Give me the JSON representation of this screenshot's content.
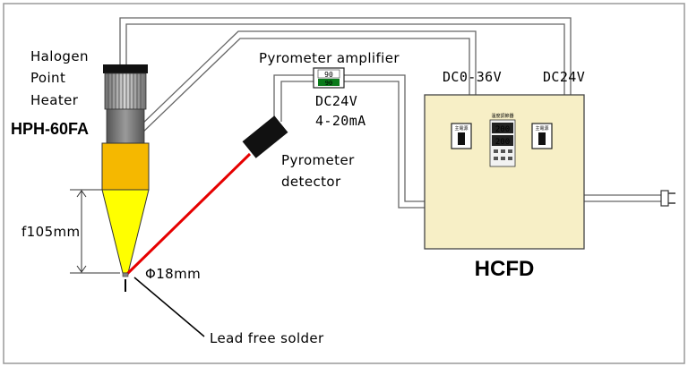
{
  "heater": {
    "name_lines": [
      "Halogen",
      "Point",
      "Heater"
    ],
    "model": "HPH-60FA"
  },
  "pyrometer": {
    "amplifier_label": "Pyrometer amplifier",
    "amp_display_top": "90",
    "amp_display_bottom": "90",
    "signal_lines": [
      "DC24V",
      "4-20mA"
    ],
    "detector_lines": [
      "Pyrometer",
      "detector"
    ]
  },
  "dimensions": {
    "focal_distance": "f105mm",
    "spot_diameter": "Φ18mm"
  },
  "target": {
    "label": "Lead free solder"
  },
  "controller": {
    "name": "HCFD",
    "supply_left": "DC0-36V",
    "supply_right": "DC24V",
    "panel_left_label": "主電源",
    "panel_center_label": "温度調節器",
    "panel_right_label": "主電源",
    "controller_pv": "200",
    "controller_sv": "200"
  },
  "colors": {
    "cone_yellow": "#ffff00",
    "heater_orange": "#f5b800",
    "laser_red": "#e60000",
    "box_fill": "#f7efc6",
    "wire": "#555555"
  }
}
